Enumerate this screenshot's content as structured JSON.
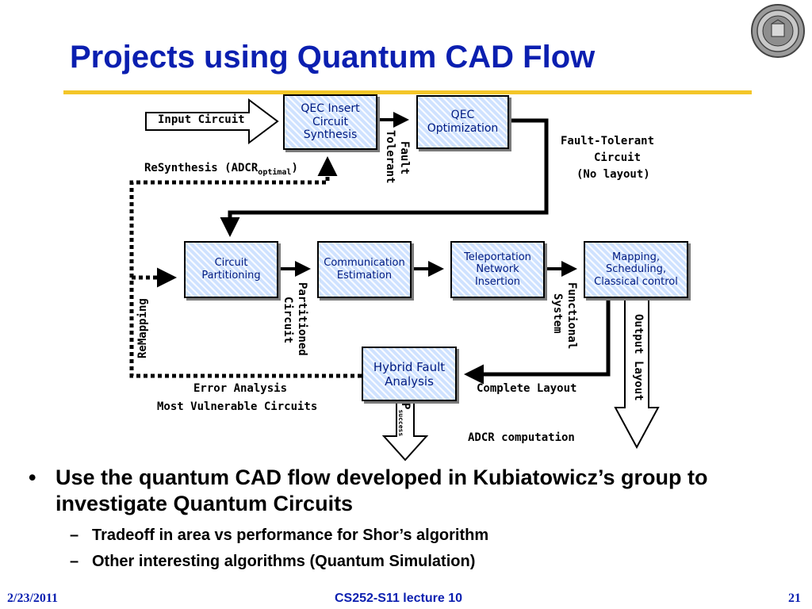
{
  "slide": {
    "title": "Projects using Quantum CAD Flow",
    "accent_color": "#0b1fb0",
    "rule_color": "#f3c629"
  },
  "diagram": {
    "boxes": {
      "qec_insert": [
        "QEC Insert",
        "Circuit",
        "Synthesis"
      ],
      "qec_opt": [
        "QEC",
        "Optimization"
      ],
      "circuit_partitioning": [
        "Circuit",
        "Partitioning"
      ],
      "communication": [
        "Communication",
        "Estimation"
      ],
      "teleportation": [
        "Teleportation",
        "Network",
        "Insertion"
      ],
      "mapping": [
        "Mapping,",
        "Scheduling,",
        "Classical control"
      ],
      "hybrid": [
        "Hybrid Fault",
        "Analysis"
      ]
    },
    "labels": {
      "input_circuit": "Input Circuit",
      "fault_tolerant_1": "Fault",
      "fault_tolerant_2": "Tolerant",
      "ft_circuit_1": "Fault-Tolerant",
      "ft_circuit_2": "Circuit",
      "ft_circuit_3": "(No layout)",
      "resynthesis": "ReSynthesis (ADCR",
      "resynthesis_sub": "optimal",
      "resynthesis_close": ")",
      "remapping": "ReMapping",
      "partitioned_1": "Partitioned",
      "partitioned_2": "Circuit",
      "functional_1": "Functional",
      "functional_2": "System",
      "output_layout": "Output Layout",
      "complete_layout": "Complete Layout",
      "error_analysis": "Error Analysis",
      "most_vulnerable": "Most Vulnerable Circuits",
      "p_success": "P",
      "p_success_sub": "success",
      "adcr": "ADCR computation"
    }
  },
  "bullets": {
    "main": "Use the quantum CAD flow developed in Kubiatowicz’s group to investigate Quantum Circuits",
    "sub": [
      "Tradeoff in area vs performance for Shor’s algorithm",
      "Other interesting algorithms (Quantum Simulation)"
    ]
  },
  "footer": {
    "date": "2/23/2011",
    "course": "CS252-S11 lecture 10",
    "page": "21"
  }
}
